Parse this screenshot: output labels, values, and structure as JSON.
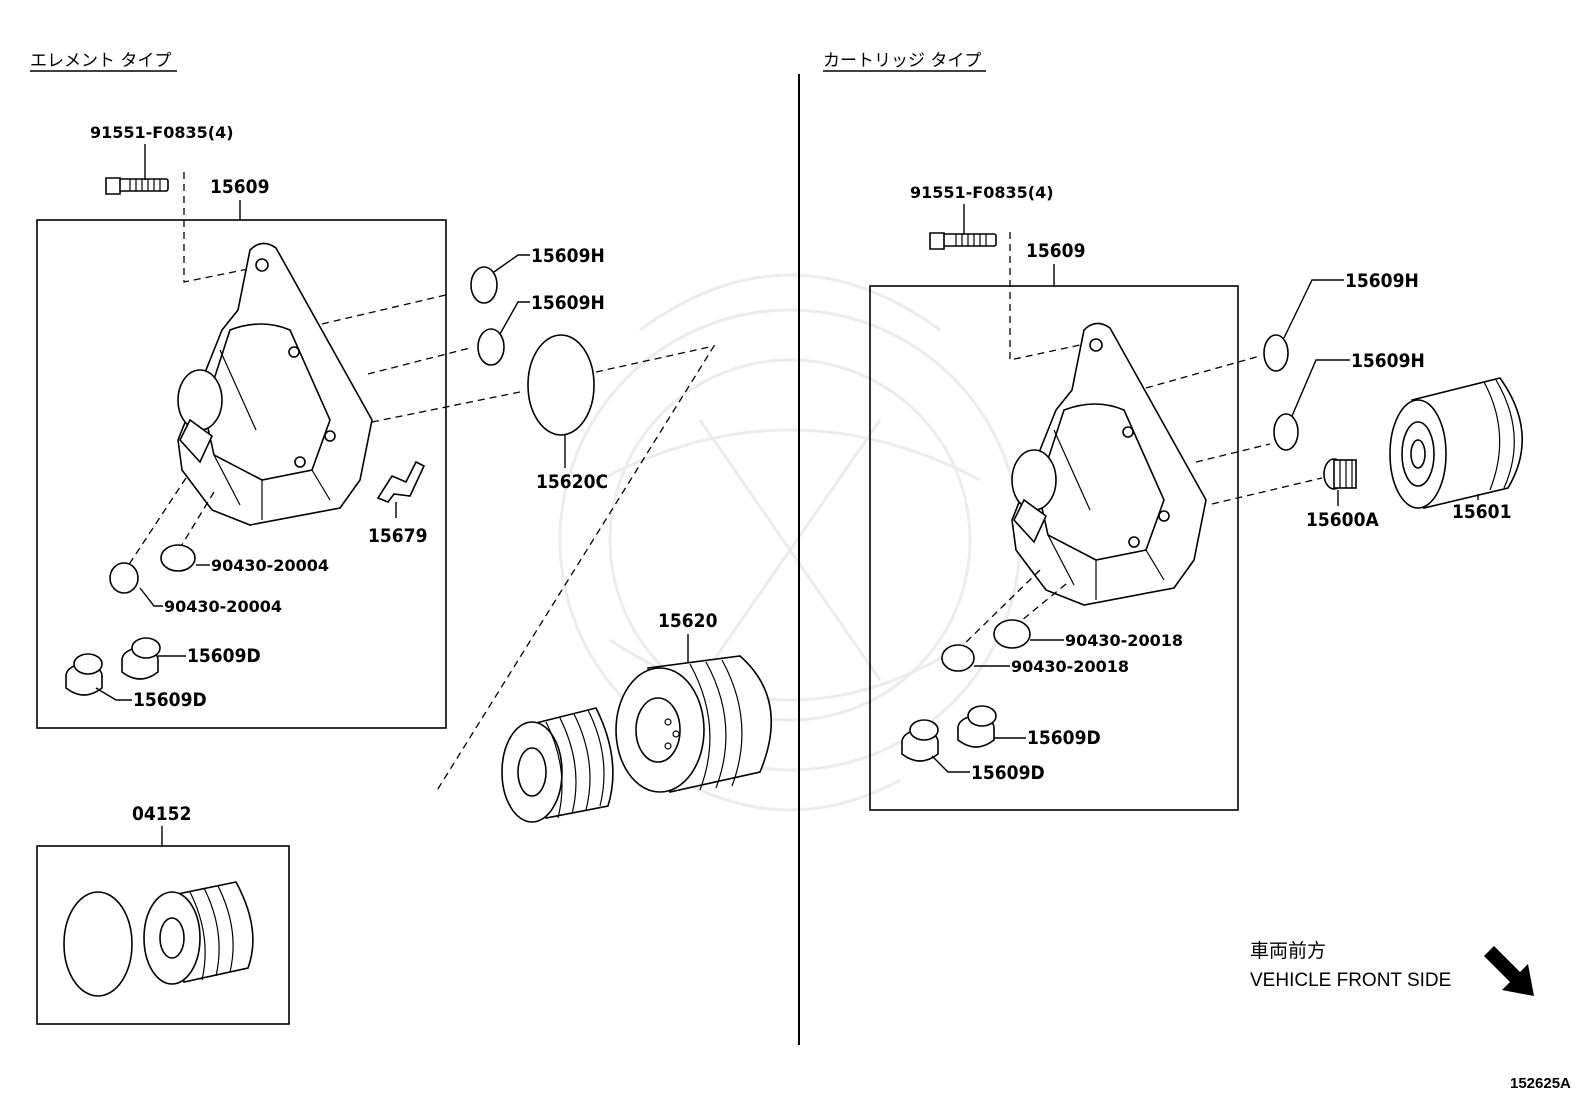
{
  "headers": {
    "left": "エレメント タイプ",
    "right": "カートリッジ タイプ"
  },
  "callouts": {
    "left_bolt": "91551-F0835(4)",
    "left_housing": "15609",
    "left_oring_upper": "15609H",
    "left_oring_lower": "15609H",
    "left_big_oring": "15620C",
    "left_clip": "15679",
    "left_gasket_a": "90430-20004",
    "left_gasket_b": "90430-20004",
    "left_plug_a": "15609D",
    "left_plug_b": "15609D",
    "cap": "15620",
    "element_kit": "04152",
    "right_bolt": "91551-F0835(4)",
    "right_housing": "15609",
    "right_oring_upper": "15609H",
    "right_oring_lower": "15609H",
    "right_union": "15600A",
    "right_filter": "15601",
    "right_gasket_a": "90430-20018",
    "right_gasket_b": "90430-20018",
    "right_plug_a": "15609D",
    "right_plug_b": "15609D"
  },
  "direction": {
    "jp": "車両前方",
    "en": "VEHICLE FRONT SIDE"
  },
  "figure_ref": "152625A"
}
